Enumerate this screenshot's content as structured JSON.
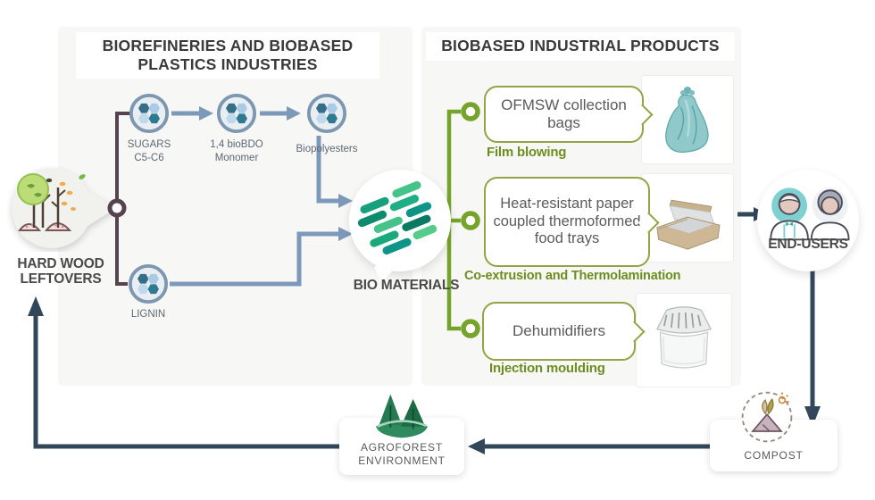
{
  "headers": {
    "left_line1": "BIOREFINERIES AND BIOBASED",
    "left_line2": "PLASTICS INDUSTRIES",
    "right": "BIOBASED INDUSTRIAL PRODUCTS"
  },
  "source": {
    "line1": "HARD WOOD",
    "line2": "LEFTOVERS"
  },
  "molecules": {
    "sugars_line1": "SUGARS",
    "sugars_line2": "C5-C6",
    "biobdo_line1": "1,4 bioBDO",
    "biobdo_line2": "Monomer",
    "biopolyesters": "Biopolyesters",
    "lignin": "LIGNIN"
  },
  "biomaterials": {
    "label": "BIO MATERIALS"
  },
  "products": [
    {
      "bubble": "OFMSW collection bags",
      "process": "Film blowing",
      "image": "waste-collection-bag"
    },
    {
      "bubble": "Heat-resistant paper coupled thermoformed food trays",
      "process": "Co-extrusion and Thermolamination",
      "image": "thermoformed-food-tray"
    },
    {
      "bubble": "Dehumidifiers",
      "process": "Injection moulding",
      "image": "dehumidifier-box"
    }
  ],
  "end_users": {
    "label": "END-USERS"
  },
  "loop": {
    "compost": "COMPOST",
    "agroforest_line1": "AGROFOREST",
    "agroforest_line2": "ENVIRONMENT"
  },
  "colors": {
    "navy": "#33475a",
    "steel_blue": "#7c99ba",
    "green": "#76a42a",
    "green_text": "#6d8e1f",
    "plum": "#554350"
  }
}
